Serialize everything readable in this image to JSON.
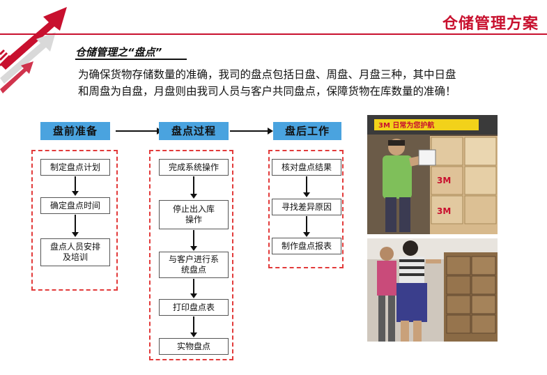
{
  "header": {
    "title": "仓储管理方案"
  },
  "section": {
    "title": "仓储管理之“盘点”"
  },
  "intro": {
    "line1": "为确保货物存储数量的准确，我司的盘点包括日盘、周盘、月盘三种，其中日盘",
    "line2": "和周盘为自盘，月盘则由我司人员与客户共同盘点，保障货物在库数量的准确！"
  },
  "stages": [
    {
      "label": "盘前准备",
      "steps": [
        "制定盘点计划",
        "确定盘点时间",
        "盘点人员安排\n及培训"
      ]
    },
    {
      "label": "盘点过程",
      "steps": [
        "完成系统操作",
        "停止出入库\n操作",
        "与客户进行系\n统盘点",
        "打印盘点表",
        "实物盘点"
      ]
    },
    {
      "label": "盘后工作",
      "steps": [
        "核对盘点结果",
        "寻找差异原因",
        "制作盘点报表"
      ]
    }
  ],
  "photos": {
    "top_banner_text": "3M 日常为您护航",
    "box_brand": "3M"
  },
  "colors": {
    "accent": "#c8102e",
    "stage_fill": "#4aa3df",
    "dash": "#e23a3a"
  }
}
